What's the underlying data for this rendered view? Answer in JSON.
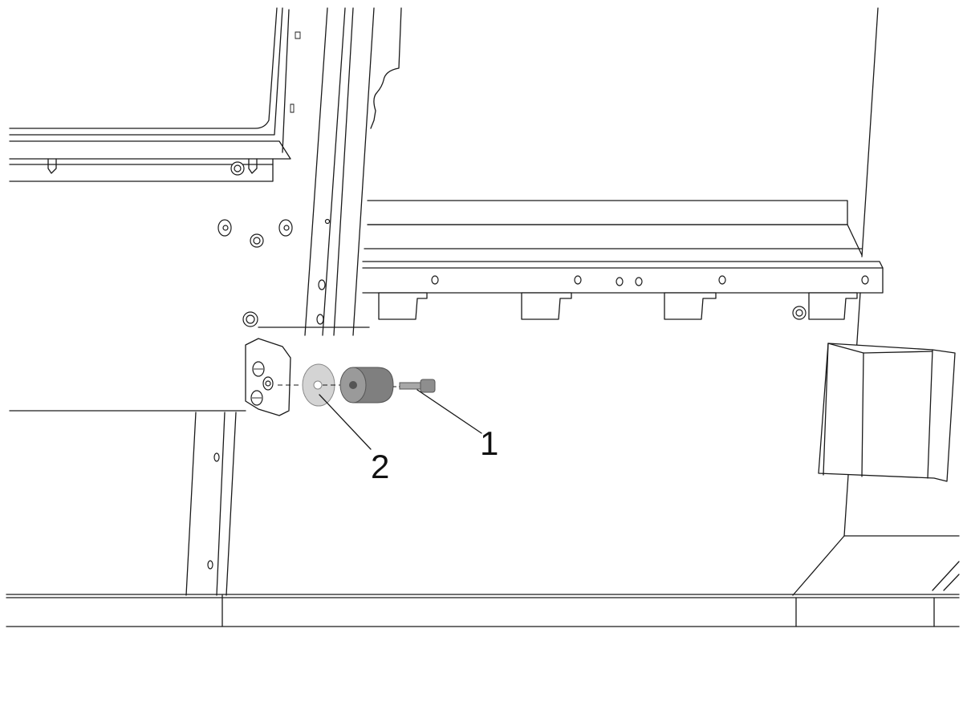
{
  "diagram": {
    "background": "#ffffff",
    "line_color": "#1a1a1a",
    "callouts": [
      {
        "id": "1",
        "label": "1",
        "part": "bolt"
      },
      {
        "id": "2",
        "label": "2",
        "part": "washer"
      }
    ],
    "parts": {
      "washer_color": "#d4d4d4",
      "spacer_color": "#8c8c8c",
      "bolt_color": "#9a9a9a"
    }
  }
}
